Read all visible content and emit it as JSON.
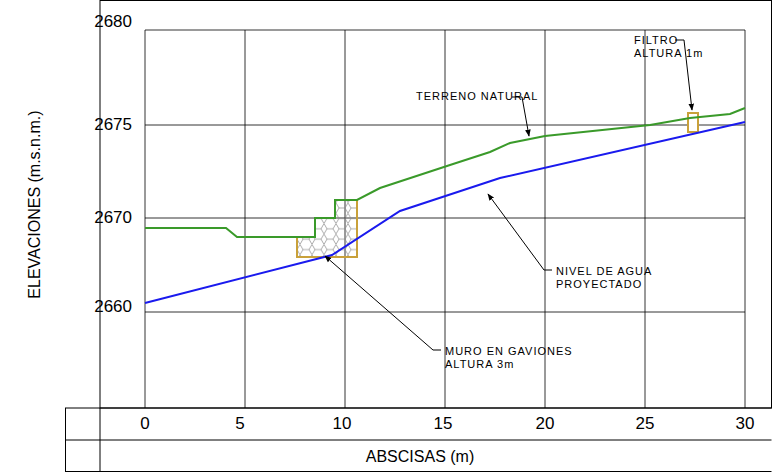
{
  "diagram": {
    "labels": [
      "2680",
      "2675",
      "2670",
      "2660",
      "0",
      "5",
      "10",
      "15",
      "20",
      "25",
      "30",
      "ELEVACIONES (m.s.n.m.)",
      "ABSCISAS (m)",
      "TERRENO NATURAL",
      "FILTRO ALTURA 1m",
      "NIVEL DE AGUA PROYECTADO",
      "MURO EN GAVIONES ALTURA 3m"
    ]
  }
}
